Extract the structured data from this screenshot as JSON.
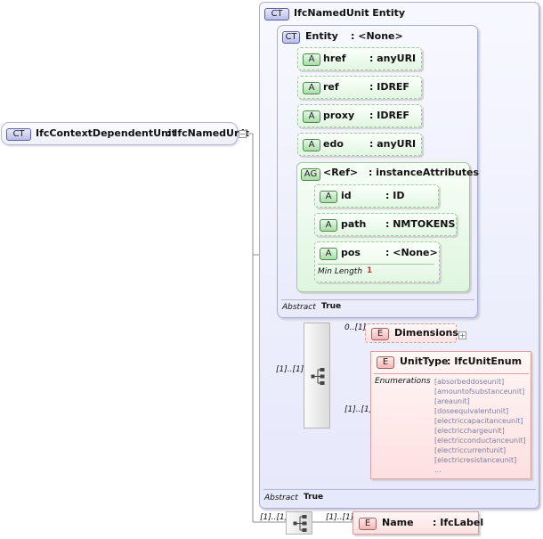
{
  "root": {
    "badge": "CT",
    "name": "IfcContextDependentUnit",
    "type": ": IfcNamedUnit"
  },
  "named_unit": {
    "badge": "CT",
    "name": "IfcNamedUnit",
    "type": ": Entity",
    "footer_label": "Abstract",
    "footer_value": "True"
  },
  "entity": {
    "badge": "CT",
    "name": "Entity",
    "type": ": <None>",
    "attributes": [
      {
        "badge": "A",
        "name": "href",
        "type": ": anyURI"
      },
      {
        "badge": "A",
        "name": "ref",
        "type": ": IDREF"
      },
      {
        "badge": "A",
        "name": "proxy",
        "type": ": IDREF"
      },
      {
        "badge": "A",
        "name": "edo",
        "type": ": anyURI"
      }
    ],
    "attribute_group": {
      "badge": "AG",
      "name": "<Ref>",
      "type": ": instanceAttributes",
      "attributes": [
        {
          "badge": "A",
          "name": "id",
          "type": ": ID"
        },
        {
          "badge": "A",
          "name": "path",
          "type": ": NMTOKENS"
        },
        {
          "badge": "A",
          "name": "pos",
          "type": ": <None>",
          "facet_label": "Min Length",
          "facet_value": "1"
        }
      ]
    },
    "footer_label": "Abstract",
    "footer_value": "True"
  },
  "sequence_inner": {
    "multiplicity": "[1]..[1]"
  },
  "dimensions": {
    "badge": "E",
    "name": "Dimensions",
    "multiplicity": "0..[1]"
  },
  "unit_type": {
    "badge": "E",
    "name": "UnitType",
    "type": ": IfcUnitEnum",
    "multiplicity": "[1]..[1]",
    "enum_label": "Enumerations",
    "enumerations": [
      "[absorbeddoseunit]",
      "[amountofsubstanceunit]",
      "[areaunit]",
      "[doseequivalentunit]",
      "[electriccapacitanceunit]",
      "[electricchargeunit]",
      "[electricconductanceunit]",
      "[electriccurrentunit]",
      "[electricresistanceunit]",
      "..."
    ]
  },
  "sequence_outer": {
    "multiplicity": "[1]..[1]"
  },
  "name_elem": {
    "badge": "E",
    "name": "Name",
    "type": ": IfcLabel",
    "multiplicity": "[1]..[1]"
  },
  "colors": {
    "complex_type": "#e6e8fb",
    "attribute": "#dff5df",
    "element": "#fde0e0"
  }
}
